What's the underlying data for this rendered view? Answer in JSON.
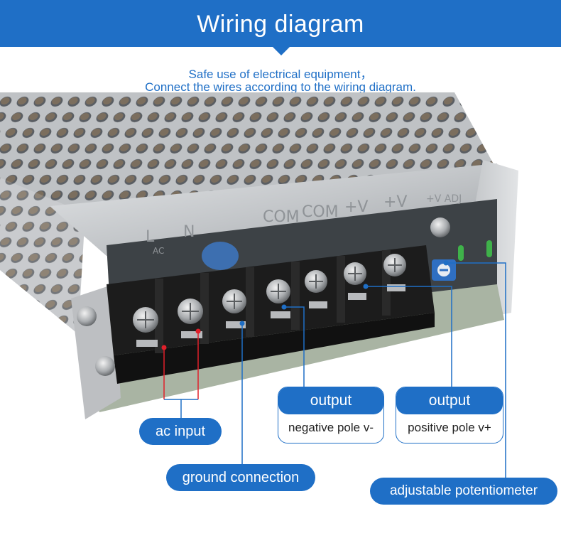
{
  "header": {
    "title": "Wiring diagram"
  },
  "intro": {
    "line1": "Safe use of electrical equipment，",
    "line2": "Connect the wires according to the wiring diagram."
  },
  "product": {
    "labels": [
      "L",
      "N",
      "AC",
      "COM",
      "COM",
      "+V",
      "+V",
      "+V ADJ"
    ]
  },
  "callouts": {
    "ac_input": "ac input",
    "ground": "ground connection",
    "output_negative": {
      "title": "output",
      "desc": "negative pole v-"
    },
    "output_positive": {
      "title": "output",
      "desc": "positive pole v+"
    },
    "potentiometer": "adjustable potentiometer"
  },
  "colors": {
    "brand_blue": "#1f6fc6",
    "marker_red": "#e0202a",
    "terminal_black": "#1c1c1c",
    "metal": "#c9cbcd"
  }
}
